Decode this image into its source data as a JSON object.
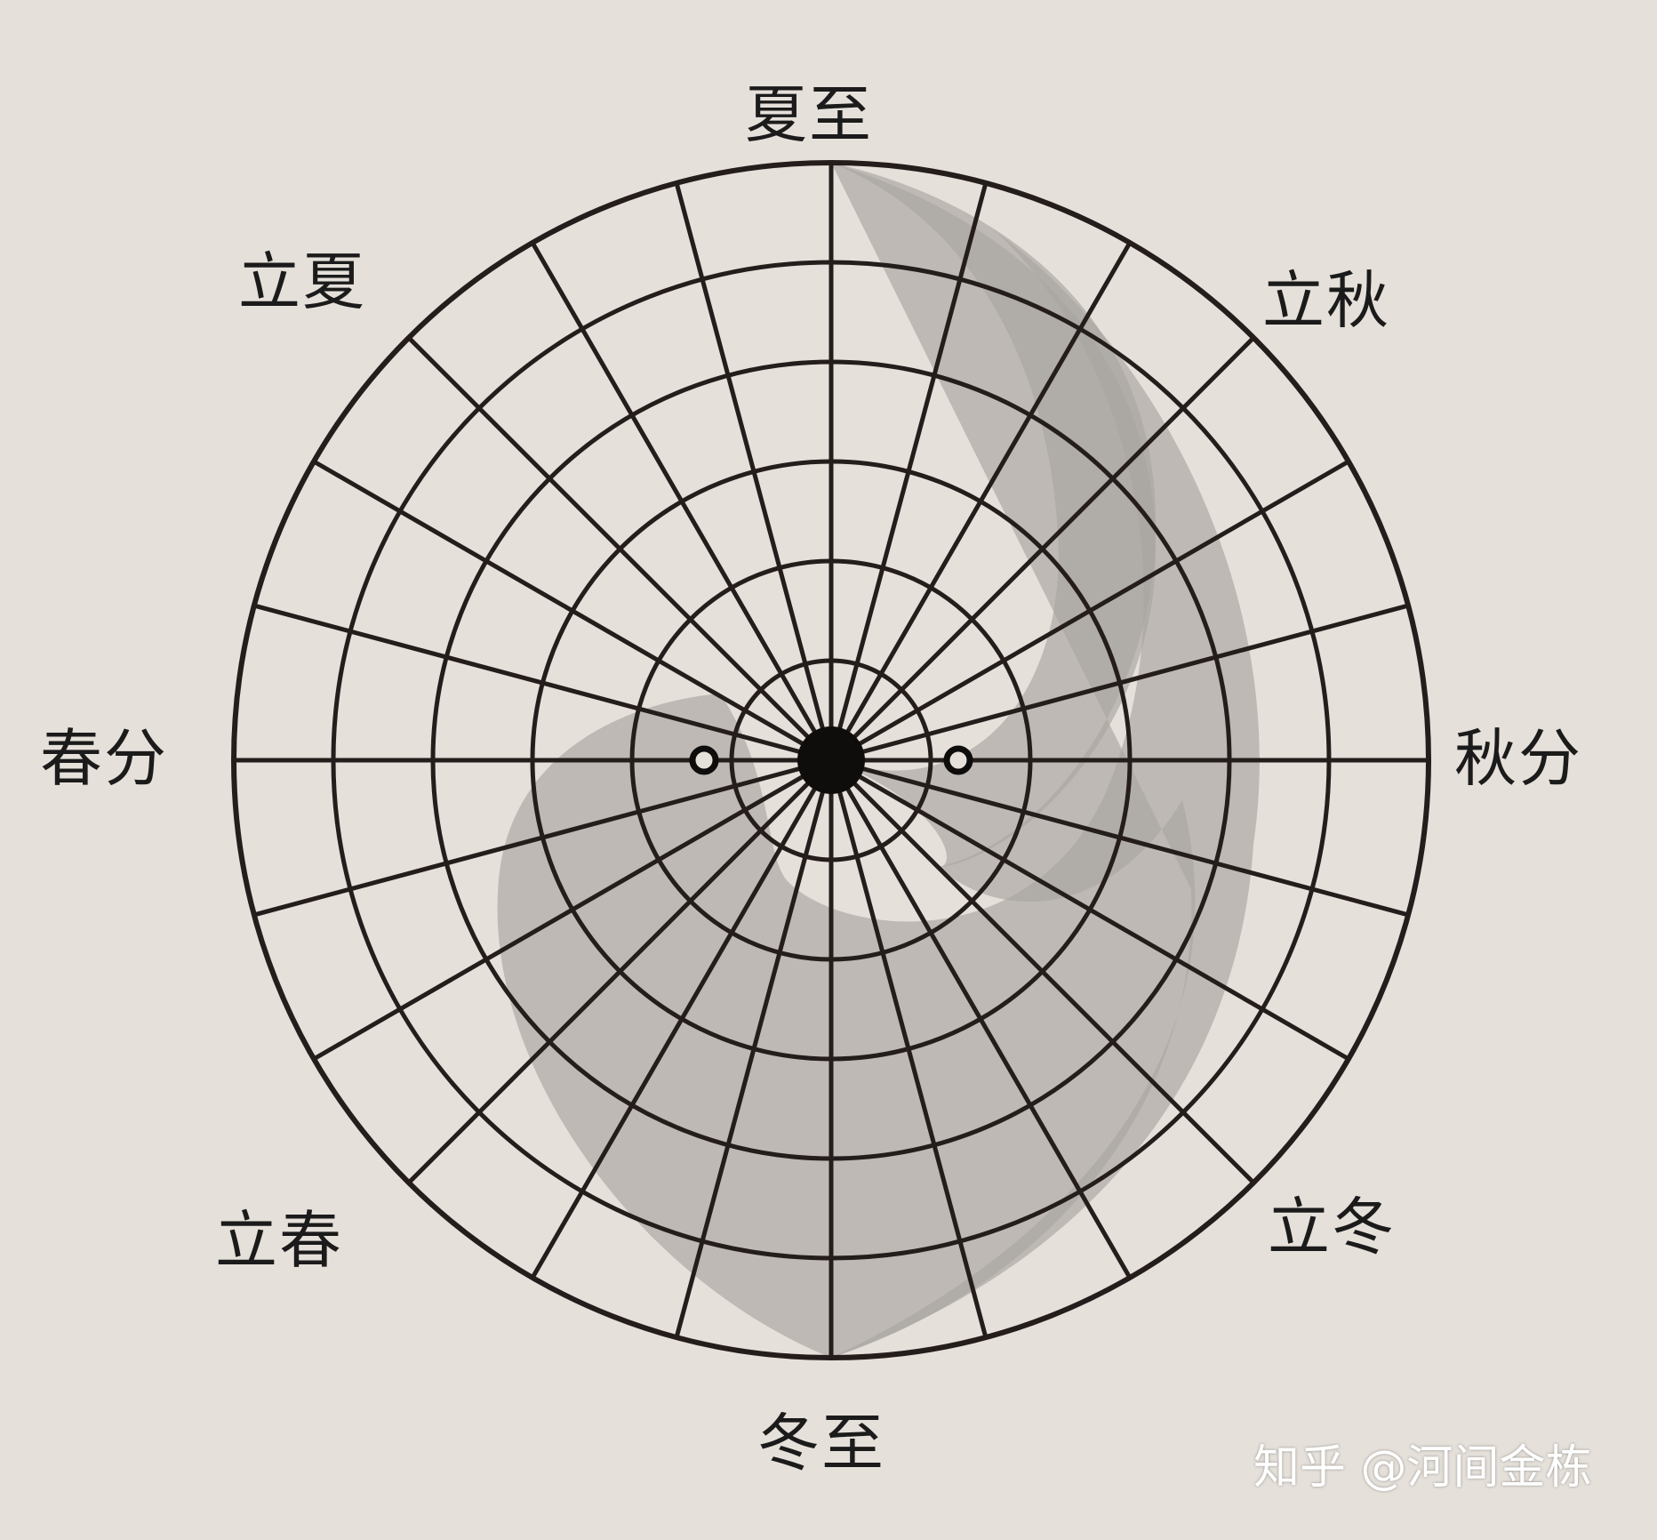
{
  "solar_terms": {
    "summer_solstice": "夏至",
    "start_of_summer": "立夏",
    "start_of_autumn": "立秋",
    "spring_equinox": "春分",
    "autumn_equinox": "秋分",
    "start_of_spring": "立春",
    "start_of_winter": "立冬",
    "winter_solstice": "冬至"
  },
  "watermark": "知乎 @河间金栋",
  "diagram": {
    "ring_count": 6,
    "spoke_count": 24,
    "shading": "yin-yang spiral"
  },
  "colors": {
    "background": "#e5e0da",
    "line": "#241d1c",
    "shade": "#a9a49f",
    "shade_opacity": 0.65
  }
}
